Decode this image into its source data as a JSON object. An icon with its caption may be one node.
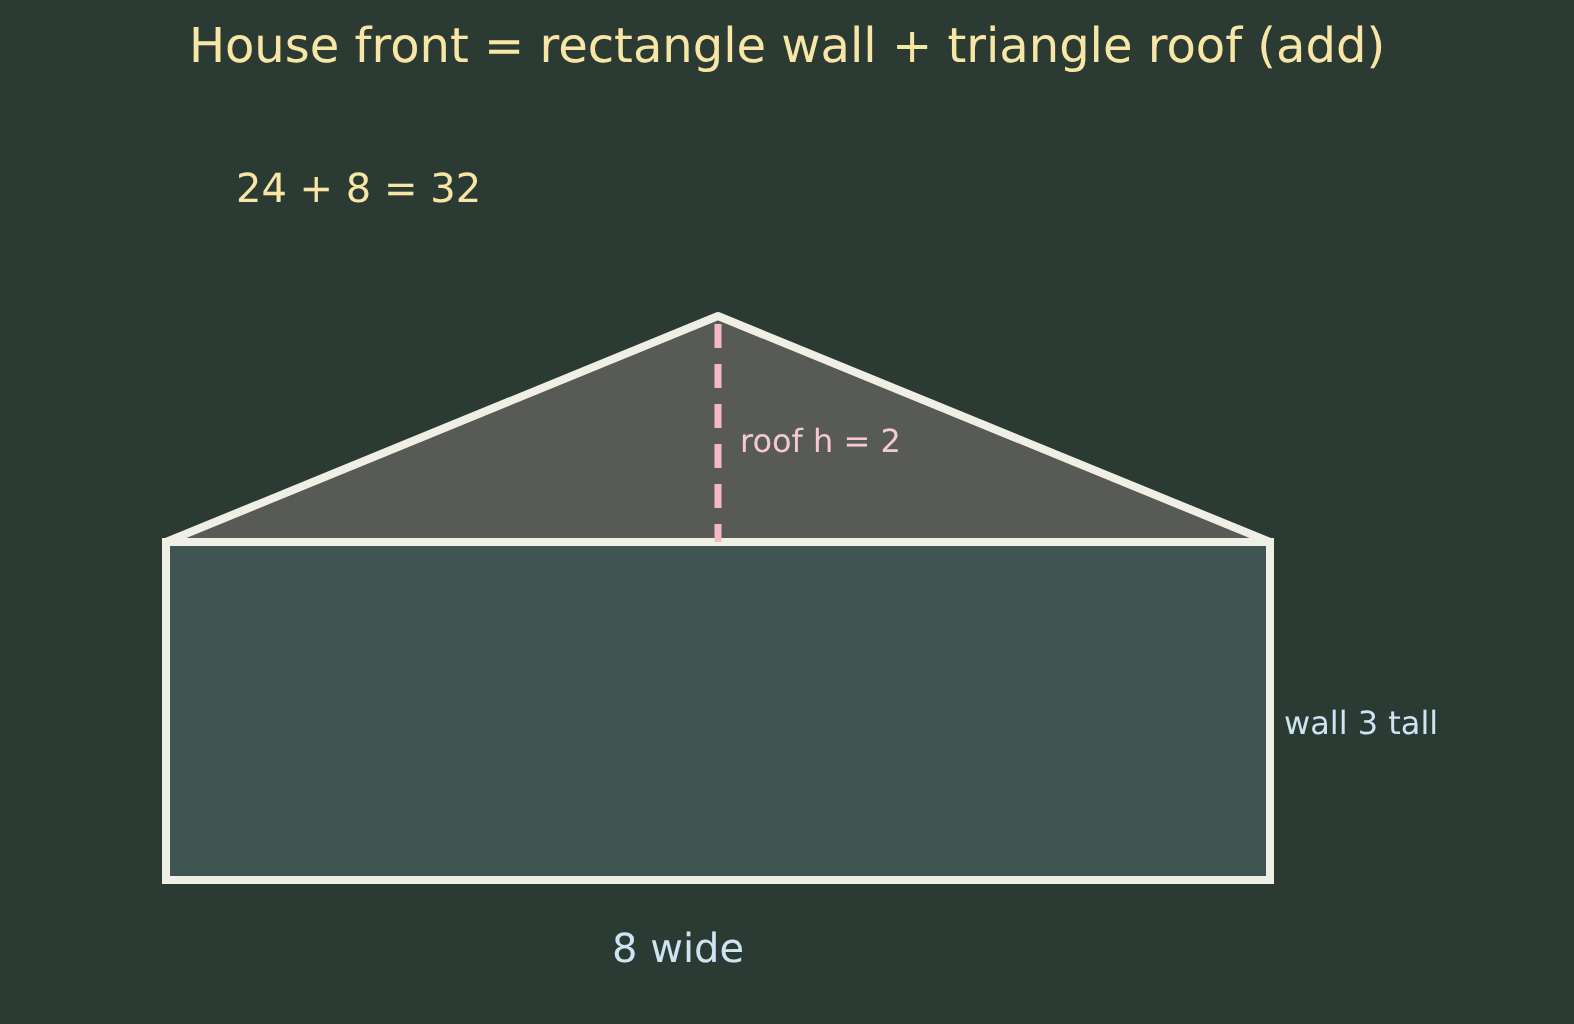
{
  "diagram": {
    "title": "House front = rectangle wall + triangle roof (add)",
    "labels": [
      "24 + 8 = 32",
      "roof h = 2",
      "wall 3 tall",
      "8 wide"
    ]
  }
}
